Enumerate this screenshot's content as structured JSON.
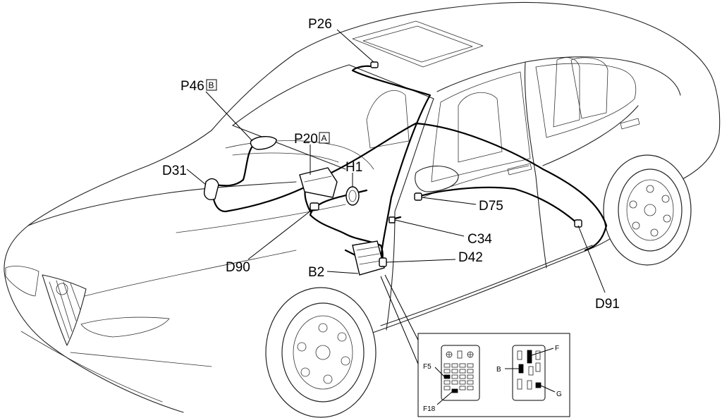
{
  "callouts": {
    "p26": "P26",
    "p46": "P46",
    "p46_badge": "B",
    "p20": "P20",
    "p20_badge": "A",
    "d31": "D31",
    "h1": "H1",
    "d75": "D75",
    "c34": "C34",
    "d90": "D90",
    "d42": "D42",
    "b2": "B2",
    "d91": "D91"
  },
  "detail_fusebox": {
    "f5": "F5",
    "f18": "F18"
  },
  "detail_relaybox": {
    "f": "F",
    "b": "B",
    "g": "G"
  },
  "colors": {
    "line": "#222222",
    "harness": "#000000",
    "background": "#ffffff"
  }
}
